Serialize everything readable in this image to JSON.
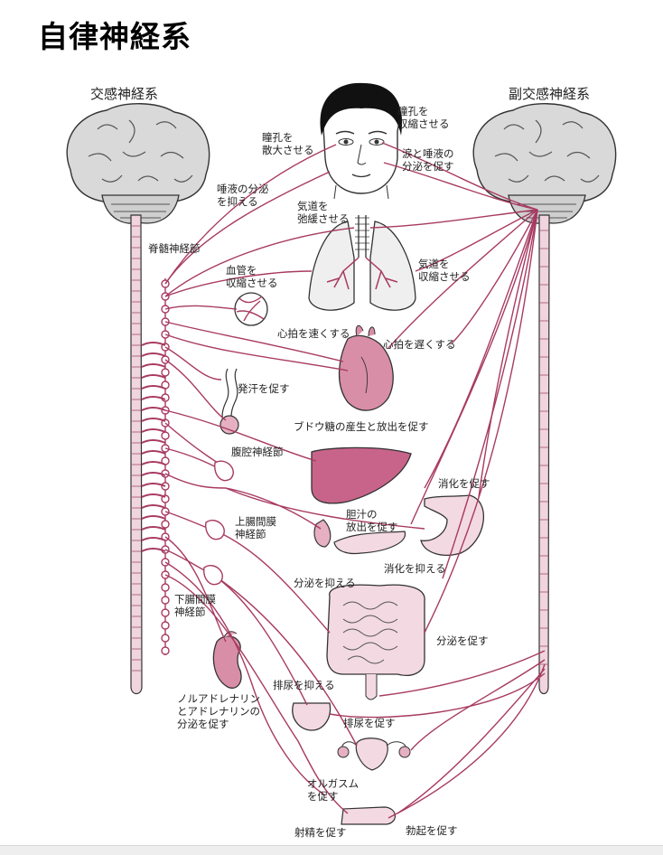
{
  "title": "自律神経系",
  "sympathetic": {
    "title": "交感神経系"
  },
  "parasympathetic": {
    "title": "副交感神経系"
  },
  "labels": {
    "pupil_dilate": [
      "瞳孔を",
      "散大させる"
    ],
    "pupil_constrict": [
      "瞳孔を",
      "収縮させる"
    ],
    "tears_saliva": [
      "涙と唾液の",
      "分泌を促す"
    ],
    "saliva_inhibit": [
      "唾液の分泌",
      "を抑える"
    ],
    "airway_relax": [
      "気道を",
      "弛緩させる"
    ],
    "airway_constrict": [
      "気道を",
      "収縮させる"
    ],
    "spinal_ganglion": "脊髄神経節",
    "vessel_constrict": [
      "血管を",
      "収縮させる"
    ],
    "heart_speed": "心拍を速くする",
    "heart_slow": "心拍を遅くする",
    "sweat": "発汗を促す",
    "glucose": "ブドウ糖の産生と放出を促す",
    "celiac_ganglion": "腹腔神経節",
    "digestion_promote": "消化を促す",
    "bile": [
      "胆汁の",
      "放出を促す"
    ],
    "superior_mesenteric": [
      "上腸間膜",
      "神経節"
    ],
    "digestion_inhibit": "消化を抑える",
    "secretion_inhibit": "分泌を抑える",
    "inferior_mesenteric": [
      "下腸間膜",
      "神経節"
    ],
    "secretion_promote": "分泌を促す",
    "adrenaline": [
      "ノルアドレナリン",
      "とアドレナリンの",
      "分泌を促す"
    ],
    "urination_inhibit": "排尿を抑える",
    "urination_promote": "排尿を促す",
    "orgasm": [
      "オルガスム",
      "を促す"
    ],
    "ejaculation": "射精を促す",
    "erection": "勃起を促す"
  },
  "colors": {
    "nerve": "#a83a62",
    "organ_fill": "#d98ea8",
    "organ_light": "#f3d9e2",
    "brain_fill": "#d9d9d9",
    "outline": "#333333"
  }
}
